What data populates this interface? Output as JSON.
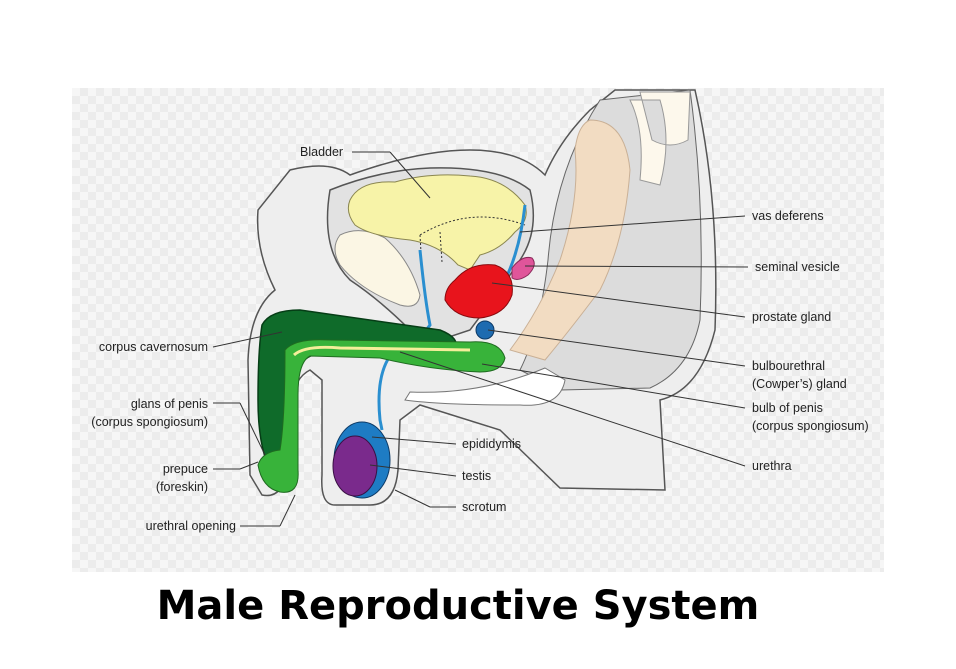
{
  "title": "Male Reproductive System",
  "labels": {
    "bladder": "Bladder",
    "vas_deferens": "vas deferens",
    "seminal_vesicle": "seminal vesicle",
    "prostate_gland": "prostate gland",
    "bulbourethral_1": "bulbourethral",
    "bulbourethral_2": "(Cowper’s) gland",
    "bulb_1": "bulb of penis",
    "bulb_2": "(corpus spongiosum)",
    "urethra": "urethra",
    "corpus_cavernosum": "corpus cavernosum",
    "glans_1": "glans of penis",
    "glans_2": "(corpus spongiosum)",
    "prepuce_1": "prepuce",
    "prepuce_2": "(foreskin)",
    "urethral_opening": "urethral opening",
    "epididymis": "epididymis",
    "testis": "testis",
    "scrotum": "scrotum"
  },
  "colors": {
    "bladder": "#f7f3a8",
    "prostate": "#e8141c",
    "seminal_vesicle": "#e0559a",
    "cavernosum": "#0f6b2a",
    "spongiosum": "#38b33a",
    "vas": "#2a8fd0",
    "testis": "#7a2a8c",
    "epididymis": "#1e7cc4",
    "rectum": "#f2dcc2"
  }
}
